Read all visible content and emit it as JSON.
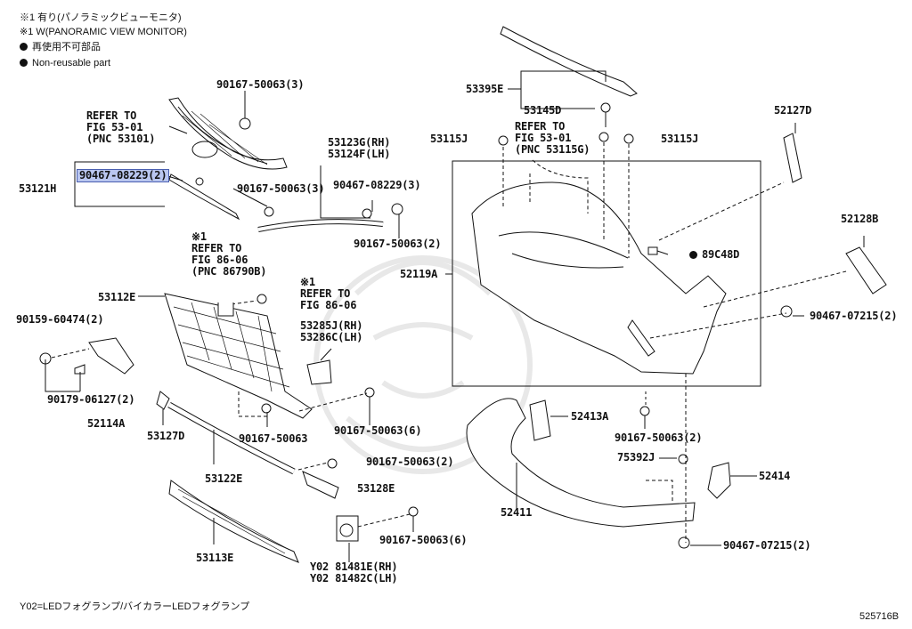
{
  "notes": {
    "line1": "※1 有り(パノラミックビューモニタ)",
    "line2": "※1 W(PANORAMIC VIEW MONITOR)",
    "line3": "再使用不可部品",
    "line4": "Non-reusable part"
  },
  "footer": {
    "fog_note": "Y02=LEDフォグランプ/バイカラーLEDフォグランプ",
    "diagram_id": "525716B"
  },
  "labels": {
    "p90167_50063_3_top": "90167-50063(3)",
    "refer_53101": "REFER TO\nFIG 53-01\n(PNC 53101)",
    "p90467_08229_2": "90467-08229(2)",
    "p53121H": "53121H",
    "p90167_50063_3_mid": "90167-50063(3)",
    "p53123G_53124F": "53123G(RH)\n53124F(LH)",
    "p90467_08229_3": "90467-08229(3)",
    "p90167_50063_2_left": "90167-50063(2)",
    "refer_86790B": "※1\nREFER TO\nFIG 86-06\n(PNC 86790B)",
    "refer_86_06": "※1\nREFER TO\nFIG 86-06",
    "p53112E": "53112E",
    "p90159_60474": "90159-60474(2)",
    "p53285J_53286C": "53285J(RH)\n53286C(LH)",
    "p90179_06127": "90179-06127(2)",
    "p52114A": "52114A",
    "p53127D": "53127D",
    "p90167_50063_mid": "90167-50063",
    "p90167_50063_6_mid": "90167-50063(6)",
    "p53122E": "53122E",
    "p90167_50063_2_low": "90167-50063(2)",
    "p53128E": "53128E",
    "p53113E": "53113E",
    "p90167_50063_6_low": "90167-50063(6)",
    "pY02": "Y02 81481E(RH)\nY02 81482C(LH)",
    "p53395E": "53395E",
    "p53145D": "53145D",
    "p53115J_left": "53115J",
    "refer_53115G": "REFER TO\nFIG 53-01\n(PNC 53115G)",
    "p53115J_right": "53115J",
    "p52127D": "52127D",
    "p52119A": "52119A",
    "p89C48D": "89C48D",
    "p52128B": "52128B",
    "p90467_07215_2_upper": "90467-07215(2)",
    "p52413A": "52413A",
    "p90167_50063_2_right": "90167-50063(2)",
    "p75392J": "75392J",
    "p52414": "52414",
    "p52411": "52411",
    "p90467_07215_2_lower": "90467-07215(2)"
  },
  "highlighted_part": "90467-08229(2)",
  "colors": {
    "line": "#111111",
    "highlight": "#b9c6ef",
    "watermark": "#e6e6e6"
  }
}
